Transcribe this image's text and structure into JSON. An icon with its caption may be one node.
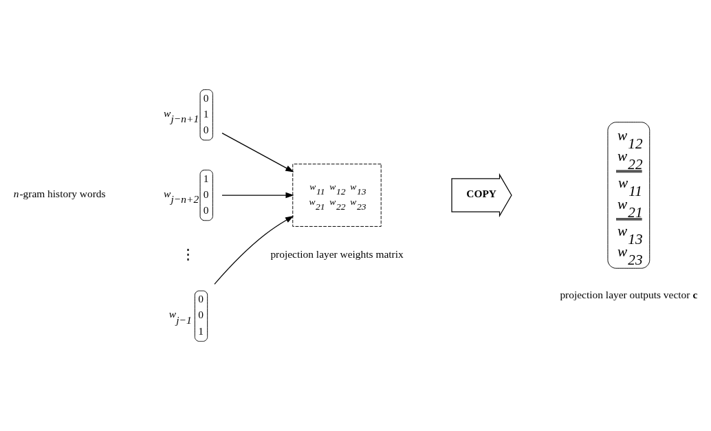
{
  "diagram": {
    "nodes": [
      {
        "text": [
          "*n*-gram history words"
        ]
      },
      {
        "text": [
          "w$_{j−n+1}$",
          "0 1 0"
        ]
      },
      {
        "text": [
          "w$_{j−n+2}$",
          "1 0 0"
        ]
      },
      {
        "text": [
          "w$_{j−1}$",
          "0 0 1"
        ]
      },
      {
        "text": [
          "w$_{11}$ w$_{12}$ w$_{13}$ w$_{21}$ w$_{22}$ w$_{23}$"
        ],
        "beside": [
          "projection layer weights matrix"
        ]
      },
      {
        "text": [
          "COPY"
        ]
      },
      {
        "text": [
          "w$_{12}$ w$_{22}$ w$_{11}$ w$_{21}$ w$_{13}$ w$_{23}$"
        ],
        "beside": [
          "projection layer outputs vector **c**"
        ]
      }
    ],
    "edges": [
      {
        "from": 1,
        "to": 4,
        "arrow": "to"
      },
      {
        "from": 2,
        "to": 4,
        "arrow": "to"
      },
      {
        "from": 3,
        "to": 4,
        "arrow": "to"
      }
    ],
    "labels": [
      "⋮"
    ]
  }
}
